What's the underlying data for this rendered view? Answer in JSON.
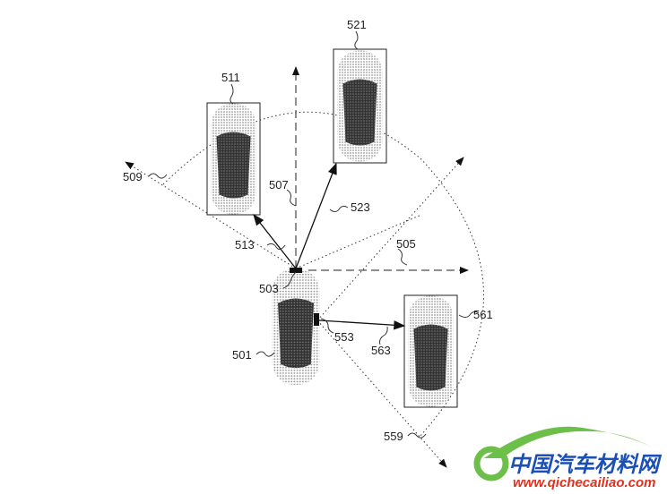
{
  "labels": {
    "ego_vehicle": "501",
    "front_sensor": "503",
    "lateral_direction": "505",
    "longitudinal_direction": "507",
    "left_boundary": "509",
    "vehicle_front_left": "511",
    "vector_to_511": "513",
    "vehicle_front_right": "521",
    "vector_to_521": "523",
    "side_sensor": "553",
    "side_boundary": "559",
    "vehicle_side": "561",
    "vector_to_561": "563"
  },
  "watermark": {
    "title": "中国汽车材料网",
    "url": "www.qichecailiao.com"
  },
  "colors": {
    "line": "#222222",
    "watermark_green": "#6cc04a",
    "watermark_blue": "#1a4fb5",
    "watermark_red": "#e0301e"
  }
}
